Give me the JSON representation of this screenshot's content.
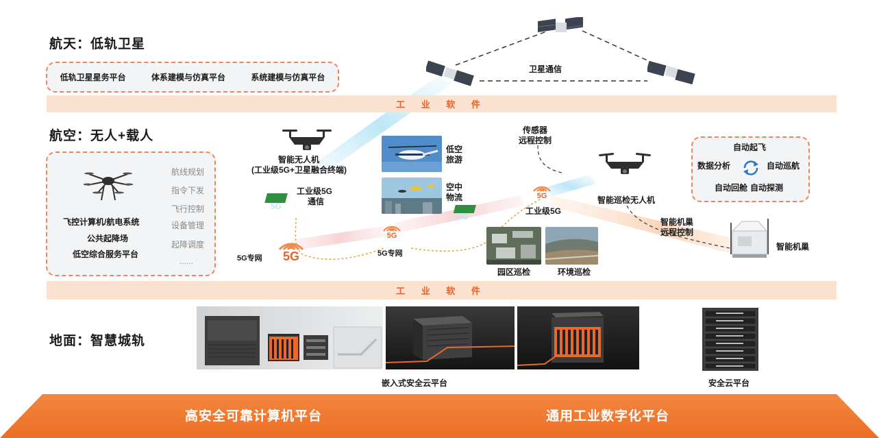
{
  "aerospace": {
    "title": "航天：低轨卫星",
    "platforms": [
      "低轨卫星星务平台",
      "体系建模与仿真平台",
      "系统建模与仿真平台"
    ],
    "satellite_comm_label": "卫星通信"
  },
  "band_label": "工 业 软 件",
  "aviation": {
    "title": "航空：无人+载人",
    "left_box": {
      "main_items": [
        "飞控计算机/航电系统",
        "公共起降场",
        "低空综合服务平台"
      ],
      "side_items": [
        "航线规划",
        "指令下发",
        "飞行控制",
        "设备管理",
        "起降调度",
        "......"
      ]
    },
    "smart_drone_label": "智能无人机",
    "smart_drone_sub": "(工业级5G+卫星融合终端)",
    "industrial_5g_comm": [
      "工业级5G",
      "通信"
    ],
    "low_altitude_tour": [
      "低空",
      "旅游"
    ],
    "air_logistics": [
      "空中",
      "物流"
    ],
    "sensor_remote": [
      "传感器",
      "远程控制"
    ],
    "industrial_5g": "工业级5G",
    "private_net_1": "5G专网",
    "private_net_2": "5G专网",
    "park_inspection": "园区巡检",
    "env_inspection": "环境巡检",
    "inspection_drone": "智能巡检无人机",
    "nest_remote": [
      "智能机巢",
      "远程控制"
    ],
    "smart_nest": "智能机巢",
    "right_box": {
      "auto_takeoff": "自动起飞",
      "data_analysis": "数据分析",
      "auto_cruise": "自动巡航",
      "auto_return": "自动回舱",
      "auto_detect": "自动探测"
    },
    "fiveg_text": "5G"
  },
  "ground": {
    "title": "地面：智慧城轨",
    "embedded_platform": "嵌入式安全云平台",
    "cloud_platform": "安全云平台"
  },
  "bottom": {
    "left": "高安全可靠计算机平台",
    "right": "通用工业数字化平台"
  },
  "colors": {
    "accent_orange": "#f07b34",
    "band_bg": "#fbe1cf",
    "dash_border": "#ef8557"
  }
}
